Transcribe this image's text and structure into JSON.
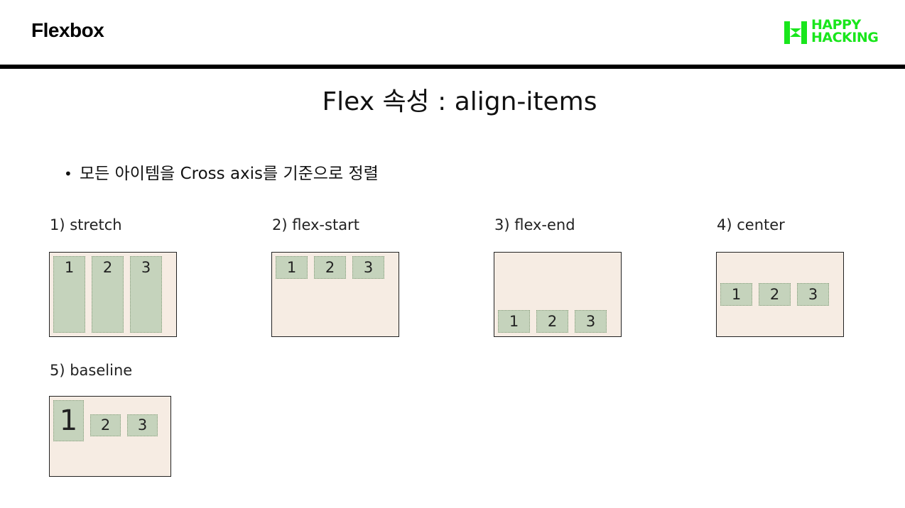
{
  "header": {
    "title": "Flexbox",
    "logo_lines": [
      "HAPPY",
      "HACKING"
    ],
    "logo_color": "#19e61c"
  },
  "slide": {
    "title": "Flex 속성 : align-items",
    "bullet": "모든 아이템을 Cross axis를 기준으로 정렬"
  },
  "demos": [
    {
      "label": "1) stretch",
      "items": [
        "1",
        "2",
        "3"
      ]
    },
    {
      "label": "2) flex-start",
      "items": [
        "1",
        "2",
        "3"
      ]
    },
    {
      "label": "3) flex-end",
      "items": [
        "1",
        "2",
        "3"
      ]
    },
    {
      "label": "4) center",
      "items": [
        "1",
        "2",
        "3"
      ]
    },
    {
      "label": "5) baseline",
      "items": [
        "1",
        "2",
        "3"
      ]
    }
  ],
  "colors": {
    "container_bg": "#f6ece3",
    "item_bg": "#c5d3bc",
    "rule": "#000000"
  }
}
